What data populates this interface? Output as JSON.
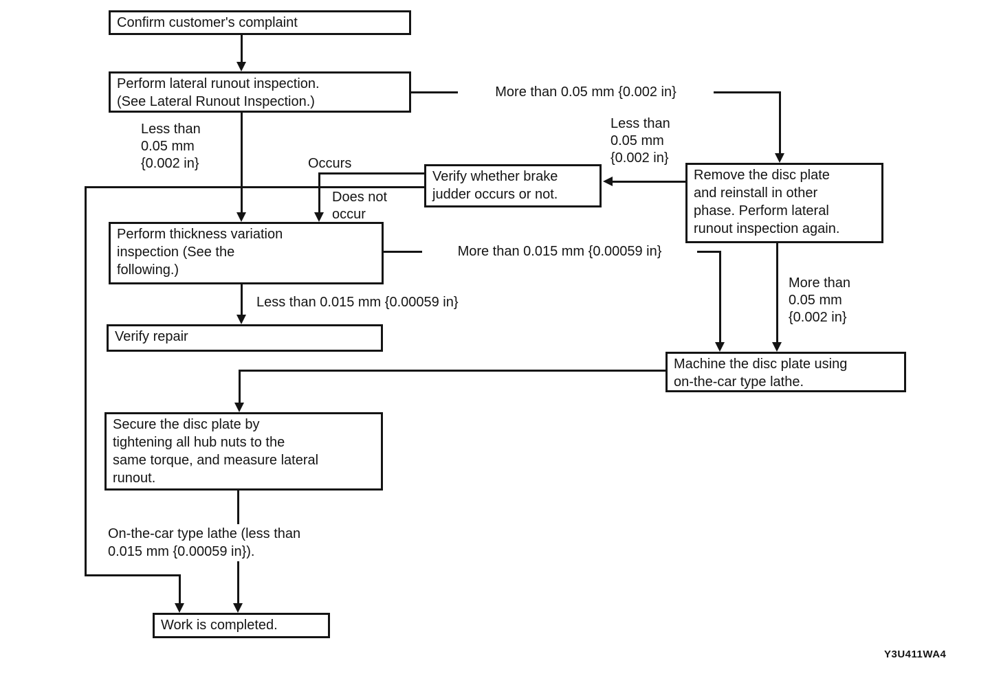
{
  "flowchart": {
    "background_color": "#ffffff",
    "ink_color": "#141414",
    "figure_id": "Y3U411WA4",
    "nodes": {
      "confirm_complaint": "Confirm customer's complaint",
      "lateral_runout": "Perform lateral runout inspection.\n(See Lateral Runout Inspection.)",
      "verify_judder": "Verify whether brake\njudder occurs or not.",
      "remove_disc": "Remove the disc plate\nand reinstall in other\nphase. Perform lateral\nrunout inspection again.",
      "thickness_variation": "Perform thickness variation\ninspection (See the\nfollowing.)",
      "verify_repair": "Verify repair",
      "machine_disc": "Machine the disc plate using\non-the-car type lathe.",
      "secure_disc": "Secure the disc plate by\ntightening all hub nuts to the\nsame torque, and measure lateral\nrunout.",
      "work_completed": "Work is completed."
    },
    "edge_labels": {
      "less_than_005_left": "Less than\n0.05 mm\n{0.002 in}",
      "more_than_005_top": "More than 0.05 mm {0.002 in}",
      "less_than_005_mid": "Less than\n0.05 mm\n{0.002 in}",
      "occurs": "Occurs",
      "does_not_occur": "Does not\noccur",
      "more_than_0015": "More than 0.015 mm {0.00059 in}",
      "less_than_0015": "Less than 0.015 mm {0.00059 in}",
      "more_than_005_right": "More than\n0.05 mm\n{0.002 in}",
      "on_the_car_lathe": "On-the-car type lathe (less than\n0.015 mm {0.00059 in})."
    }
  }
}
